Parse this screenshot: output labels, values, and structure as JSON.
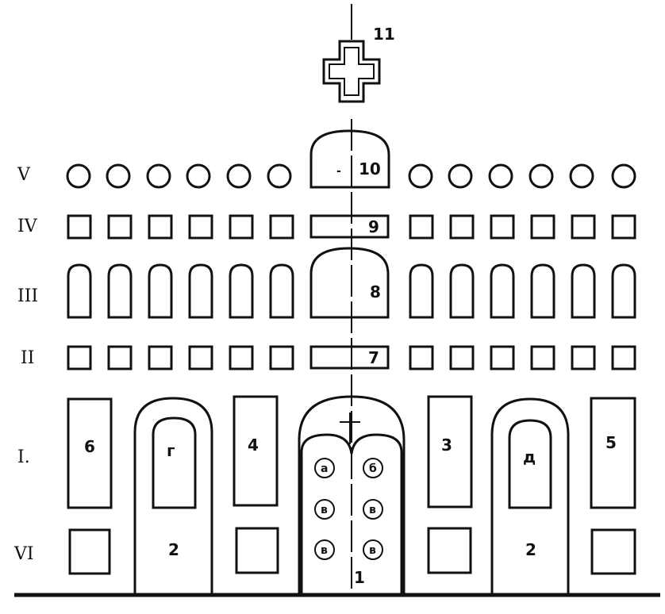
{
  "row_labels": {
    "v": "V",
    "iv": "IV",
    "iii": "III",
    "ii": "II",
    "i": "I.",
    "vi": "VI"
  },
  "numbers": {
    "n11": "11",
    "n10": "10",
    "n10_dash": "-",
    "n9": "9",
    "n8": "8",
    "n7": "7",
    "n6": "6",
    "n_g": "г",
    "n4": "4",
    "n3": "3",
    "n_d": "д",
    "n5": "5",
    "n2_left": "2",
    "n2_right": "2",
    "n1": "1"
  },
  "medallions": {
    "a": "а",
    "b": "б",
    "v1": "в",
    "v2": "в",
    "v3": "в",
    "v4": "в"
  }
}
